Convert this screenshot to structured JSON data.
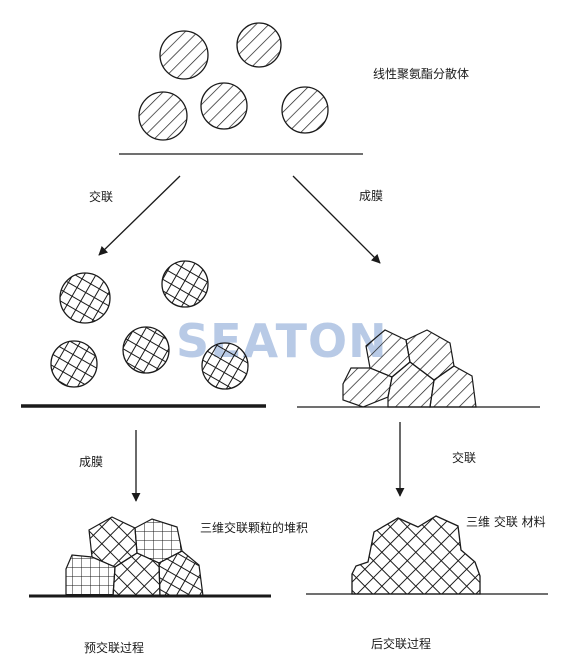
{
  "labels": {
    "dispersion": "线性聚氨酯分散体",
    "crosslink_left": "交联",
    "film_right": "成膜",
    "film_left": "成膜",
    "crosslink_right": "交联",
    "stacking": "三维交联颗粒的堆积",
    "material": "三维 交联 材料",
    "pre_process": "预交联过程",
    "post_process": "后交联过程"
  },
  "watermark": "SEATON",
  "colors": {
    "ink": "#1a1a1a",
    "watermark": "#7d9fd2"
  }
}
